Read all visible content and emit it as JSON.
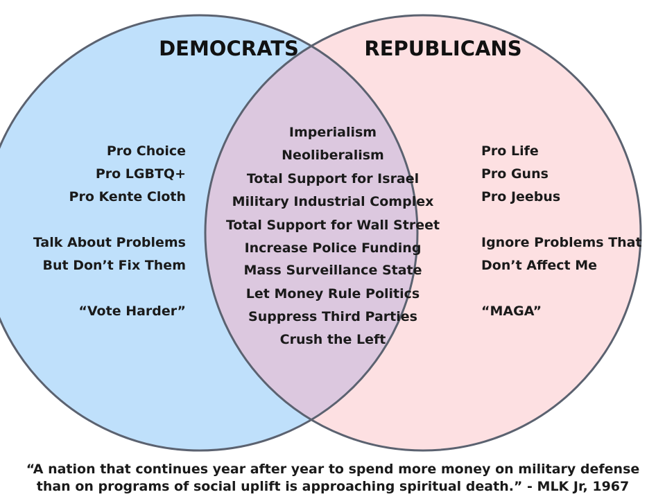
{
  "sets": {
    "left": {
      "title": "DEMOCRATS",
      "fill_color": "#bfe0fb",
      "items": [
        "Pro Choice",
        "Pro LGBTQ+",
        "Pro Kente Cloth",
        "Talk About Problems",
        "But Don’t Fix Them",
        "“Vote Harder”"
      ]
    },
    "right": {
      "title": "REPUBLICANS",
      "fill_color": "#fde0e2",
      "items": [
        "Pro Life",
        "Pro Guns",
        "Pro Jeebus",
        "Ignore Problems That",
        "Don’t Affect Me",
        "“MAGA”"
      ]
    },
    "overlap": {
      "fill_color": "#dcc8df",
      "items": [
        "Imperialism",
        "Neoliberalism",
        "Total Support for Israel",
        "Military Industrial Complex",
        "Total Support for Wall Street",
        "Increase Police Funding",
        "Mass Surveillance State",
        "Let Money Rule Politics",
        "Suppress Third Parties",
        "Crush the Left"
      ]
    },
    "outline_color": "#5b6270"
  },
  "quote": {
    "line1": "“A nation that continues year after year to spend more money on military defense",
    "line2": "than on programs of social uplift is approaching spiritual death.” - MLK Jr, 1967"
  }
}
